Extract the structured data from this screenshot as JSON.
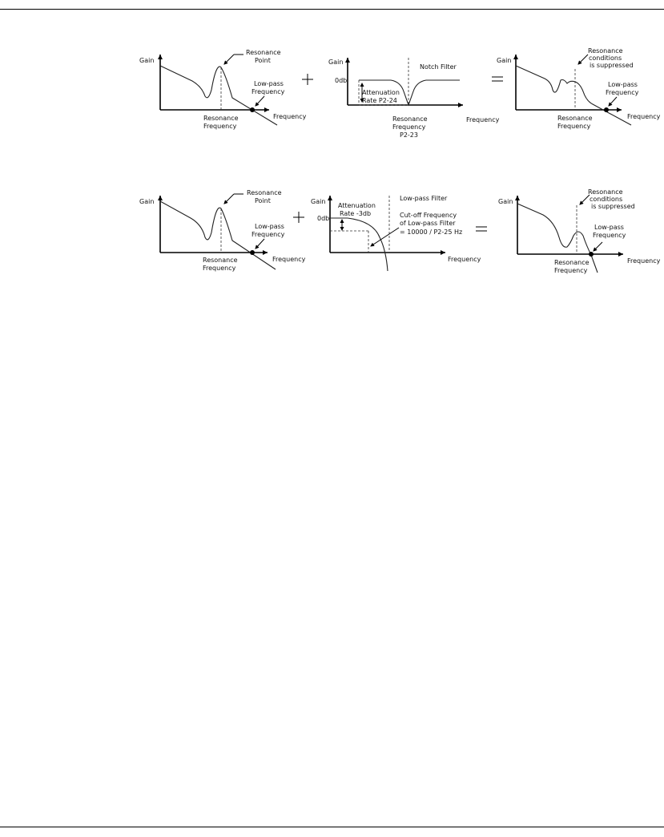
{
  "diagram": {
    "row1": {
      "resonance_graph": {
        "gain": "Gain",
        "point_line1": "Resonance",
        "point_line2": "Point",
        "lowpass_line1": "Low-pass",
        "lowpass_line2": "Frequency",
        "freq_line1": "Resonance",
        "freq_line2": "Frequency",
        "axis_x": "Frequency"
      },
      "operator_plus": "+",
      "notch_graph": {
        "gain": "Gain",
        "zero_db": "0db",
        "title": "Notch Filter",
        "atten_line1": "Attenuation",
        "atten_line2": "Rate P2-24",
        "freq_line1": "Resonance",
        "freq_line2": "Frequency",
        "freq_line3": "P2-23",
        "axis_x": "Frequency"
      },
      "operator_equals": "=",
      "result_graph": {
        "gain": "Gain",
        "cond_line1": "Resonance",
        "cond_line2": "conditions",
        "cond_line3": "is suppressed",
        "lowpass_line1": "Low-pass",
        "lowpass_line2": "Frequency",
        "freq_line1": "Resonance",
        "freq_line2": "Frequency",
        "axis_x": "Frequency"
      }
    },
    "row2": {
      "resonance_graph": {
        "gain": "Gain",
        "point_line1": "Resonance",
        "point_line2": "Point",
        "lowpass_line1": "Low-pass",
        "lowpass_line2": "Frequency",
        "freq_line1": "Resonance",
        "freq_line2": "Frequency",
        "axis_x": "Frequency"
      },
      "operator_plus": "+",
      "lowpass_graph": {
        "gain": "Gain",
        "zero_db": "0db",
        "title": "Low-pass Filter",
        "atten_line1": "Attenuation",
        "atten_line2": "Rate -3db",
        "cutoff_line1": "Cut-off Frequency",
        "cutoff_line2": "of Low-pass Filter",
        "cutoff_line3": "= 10000 / P2-25 Hz",
        "axis_x": "Frequency"
      },
      "operator_equals": "=",
      "result_graph": {
        "gain": "Gain",
        "cond_line1": "Resonance",
        "cond_line2": "conditions",
        "cond_line3": "is suppressed",
        "lowpass_line1": "Low-pass",
        "lowpass_line2": "Frequency",
        "freq_line1": "Resonance",
        "freq_line2": "Frequency",
        "axis_x": "Frequency"
      }
    }
  }
}
